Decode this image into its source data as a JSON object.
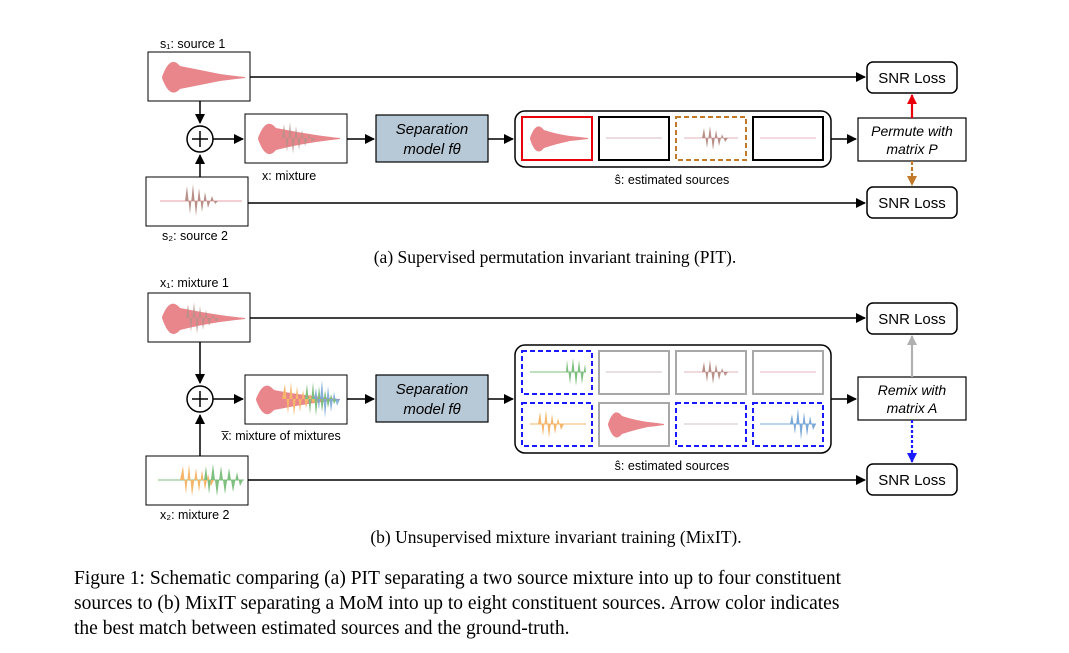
{
  "panel_a": {
    "source1_label": "s₁: source 1",
    "source2_label": "s₂: source 2",
    "mixture_label": "x: mixture",
    "model_line1": "Separation",
    "model_line2": "model fθ",
    "estimated_label": "ŝ: estimated sources",
    "permute_line1": "Permute with",
    "permute_line2": "matrix P",
    "loss_top": "SNR Loss",
    "loss_bottom": "SNR Loss",
    "subcaption": "(a) Supervised permutation invariant training (PIT)."
  },
  "panel_b": {
    "mixture1_label": "x₁: mixture 1",
    "mixture2_label": "x₂: mixture 2",
    "mom_label": "x̅: mixture of mixtures",
    "model_line1": "Separation",
    "model_line2": "model fθ",
    "estimated_label": "ŝ: estimated sources",
    "remix_line1": "Remix with",
    "remix_line2": "matrix A",
    "loss_top": "SNR Loss",
    "loss_bottom": "SNR Loss",
    "subcaption": "(b) Unsupervised mixture invariant training (MixIT)."
  },
  "caption": {
    "lines": [
      "Figure 1: Schematic comparing (a) PIT separating a two source mixture into up to four constituent",
      "sources to (b) MixIT separating a MoM into up to eight constituent sources. Arrow color indicates",
      "the best match between estimated sources and the ground-truth."
    ]
  },
  "colors": {
    "pink_wave": "#e8868b",
    "brown_wave": "#b89088",
    "green_wave": "#7fbf7f",
    "orange_wave": "#f5b56a",
    "blue_wave": "#7aa8d8",
    "model_fill": "#b7c8d6",
    "red_arrow": "#e8000b",
    "brown_arrow": "#c07a2a",
    "gray_arrow": "#b0b0b0",
    "blue_arrow": "#1a1aff"
  }
}
